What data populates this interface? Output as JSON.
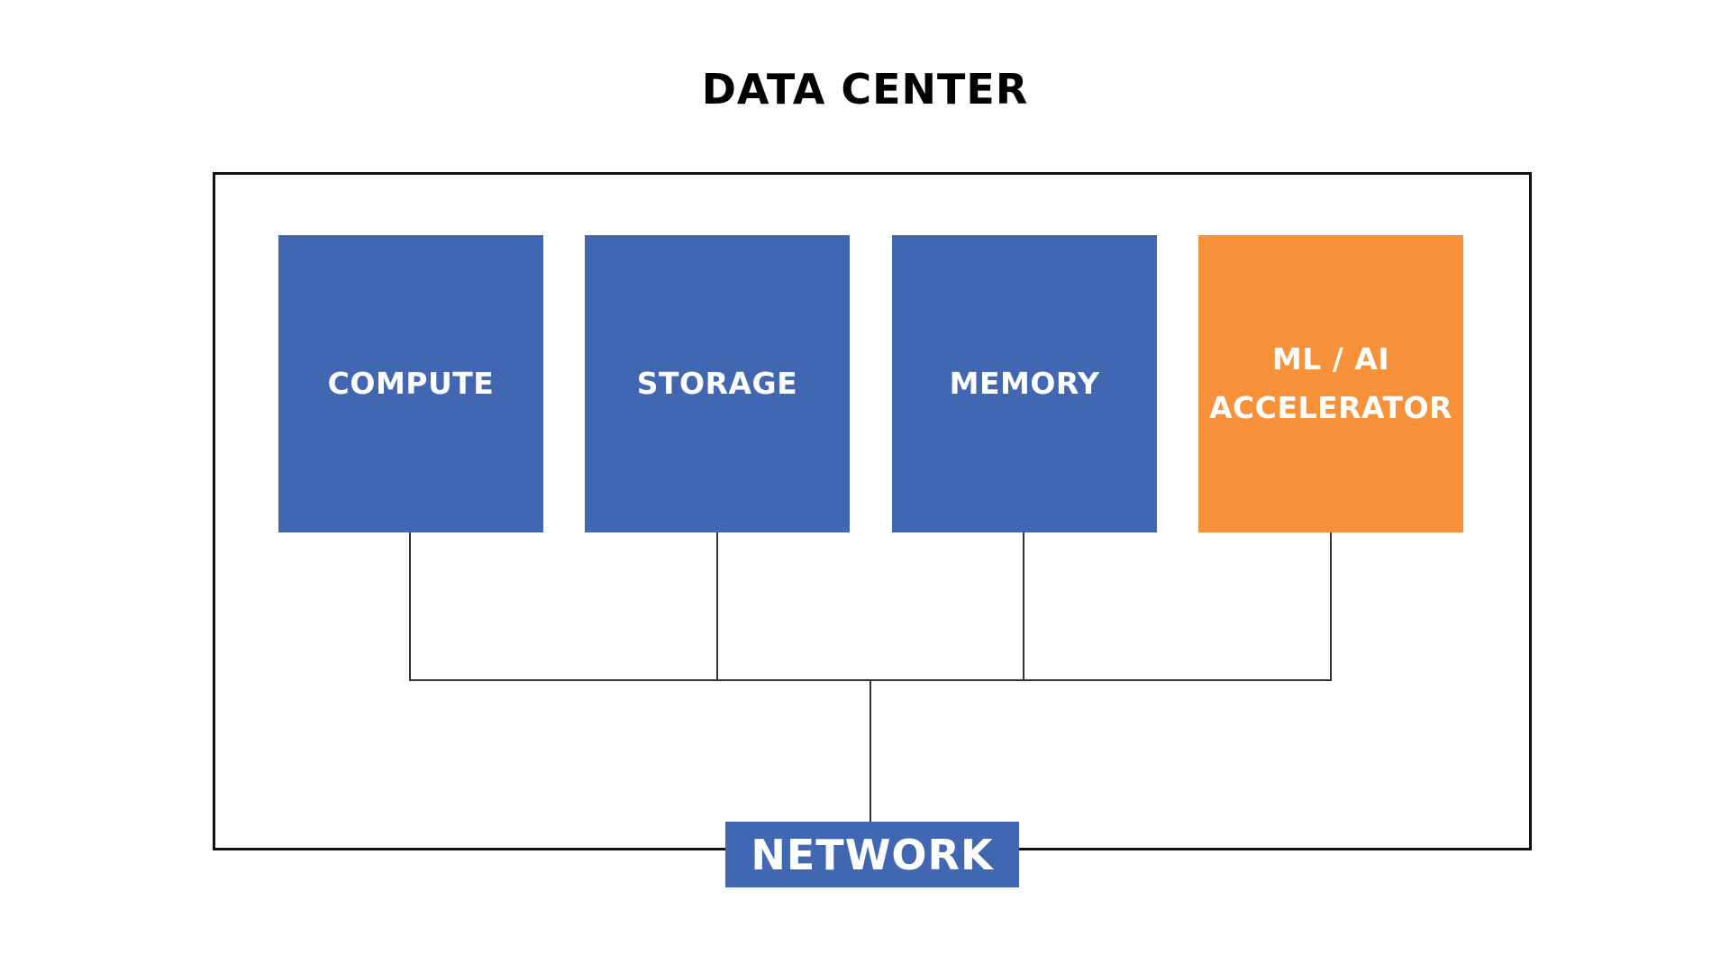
{
  "title": "DATA CENTER",
  "components": [
    {
      "label": "COMPUTE",
      "color": "#4267b2"
    },
    {
      "label": "STORAGE",
      "color": "#4267b2"
    },
    {
      "label": "MEMORY",
      "color": "#4267b2"
    },
    {
      "label": "ML / AI ACCELERATOR",
      "color": "#f7923a"
    }
  ],
  "network": {
    "label": "NETWORK",
    "color": "#4267b2"
  },
  "colors": {
    "frame": "#111111",
    "wire": "#333333",
    "text_on_block": "#ffffff"
  }
}
